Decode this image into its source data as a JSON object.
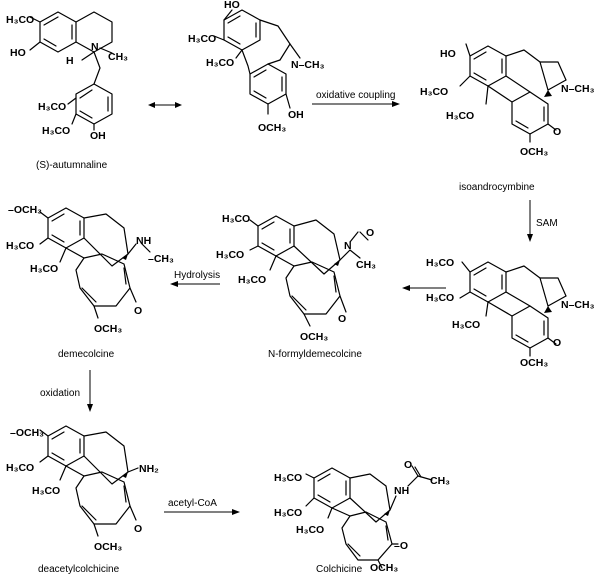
{
  "compounds": {
    "autumnaline": "(S)-autumnaline",
    "isoandrocymbine": "isoandrocymbine",
    "n_formyldemecolcine": "N-formyldemecolcine",
    "demecolcine": "demecolcine",
    "deacetylcolchicine": "deacetylcolchicine",
    "colchicine": "Colchicine"
  },
  "steps": {
    "oxidative_coupling": "oxidative coupling",
    "sam": "SAM",
    "hydrolysis": "Hydrolysis",
    "oxidation": "oxidation",
    "acetyl_coa": "acetyl-CoA"
  },
  "atoms": {
    "h3co": "H₃CO",
    "och3": "OCH₃",
    "meo_dash": "–OCH₃",
    "ho": "HO",
    "oh": "OH",
    "n": "N",
    "ch3": "CH₃",
    "n_ch3": "N–CH₃",
    "h": "H",
    "o": "O",
    "nh2": "NH₂",
    "nh": "NH",
    "dash_o": "–O",
    "dash_ch3": "–CH₃"
  }
}
